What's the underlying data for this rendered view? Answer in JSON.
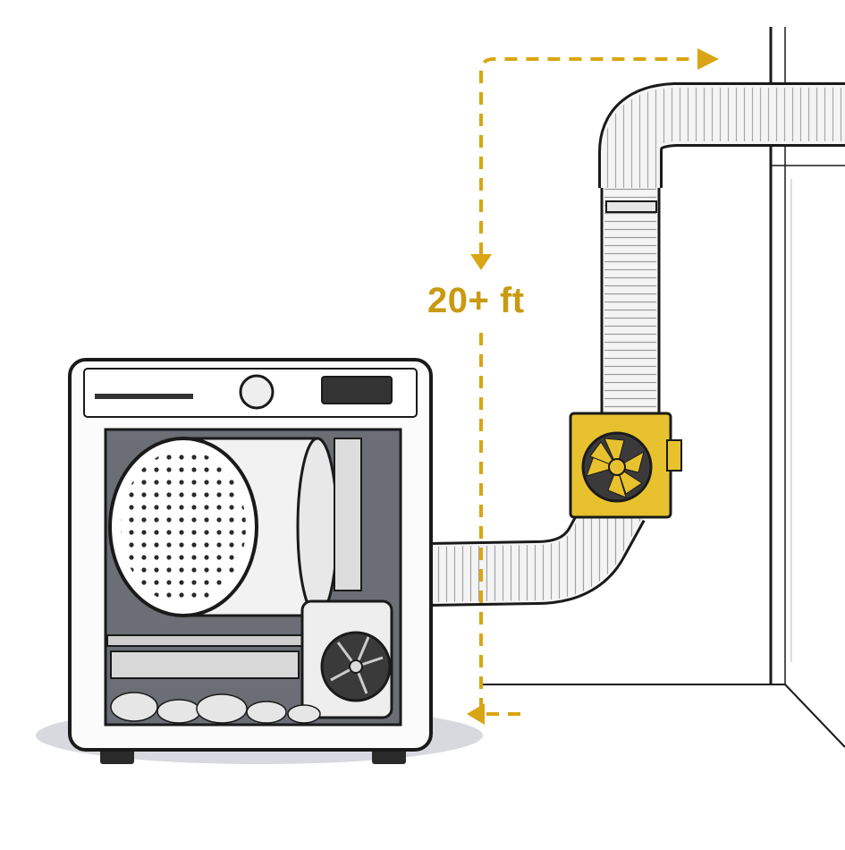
{
  "diagram": {
    "duct_length_label": "20+ ft",
    "colors": {
      "accent": "#d9a514",
      "booster_fan": "#e8c22e",
      "line": "#1a1a1a",
      "duct": "#f4f4f4",
      "floor_shadow": "#d7d9df"
    },
    "elements": [
      "dryer",
      "dryer-drum",
      "exhaust-blower-fan",
      "lint-buildup",
      "flexible-vent-duct",
      "duct-booster-fan",
      "wall",
      "dimension-arrow"
    ]
  }
}
